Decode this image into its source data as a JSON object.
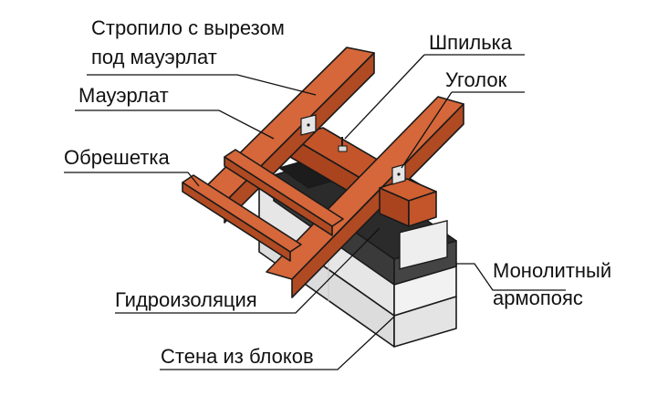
{
  "labels": {
    "rafter": [
      "Стропило с вырезом",
      "под мауэрлат"
    ],
    "stud": "Шпилька",
    "mauerlat": "Мауэрлат",
    "corner": "Уголок",
    "batten": "Обрешетка",
    "monolith": [
      "Монолитный",
      "армопояс"
    ],
    "waterproofing": "Гидроизоляция",
    "wall": "Стена из блоков"
  },
  "colors": {
    "wood_light": "#d5673a",
    "wood_mid": "#c4552b",
    "wood_dark": "#a9441f",
    "concrete_light": "#ececec",
    "concrete_mid": "#dadada",
    "concrete_dark": "#b4b4b4",
    "belt_front": "#3c3c3c",
    "belt_top": "#2a2a2a",
    "lines": "#111111"
  }
}
